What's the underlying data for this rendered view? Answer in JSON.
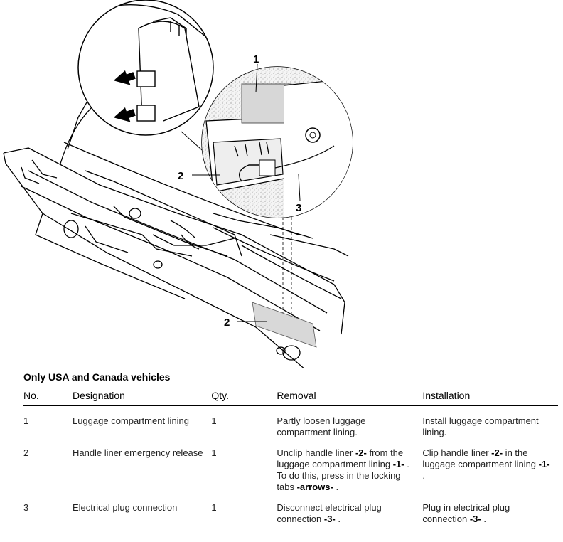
{
  "callouts": {
    "c1": "1",
    "c2_detail": "2",
    "c2_main": "2",
    "c3": "3"
  },
  "heading": "Only USA and Canada vehicles",
  "table": {
    "headers": {
      "no": "No.",
      "designation": "Designation",
      "qty": "Qty.",
      "removal": "Removal",
      "installation": "Installation"
    },
    "rows": [
      {
        "no": "1",
        "designation": "Luggage compartment lining",
        "qty": "1",
        "removal": "Partly loosen luggage compartment lining.",
        "installation": "Install luggage compartment lining."
      },
      {
        "no": "2",
        "designation": "Handle liner emergency release",
        "qty": "1",
        "removal": {
          "a": "Unclip handle liner ",
          "b": "-2-",
          "c": " from the luggage compartment lining ",
          "d": "-1-",
          "e": " . To do this, press in the locking tabs ",
          "f": "-arrows-",
          "g": " ."
        },
        "installation": {
          "a": "Clip handle liner ",
          "b": "-2-",
          "c": " in the luggage compartment lining ",
          "d": "-1-",
          "e": " ."
        }
      },
      {
        "no": "3",
        "designation": "Electrical plug connection",
        "qty": "1",
        "removal": {
          "a": "Disconnect electrical plug connection ",
          "b": "-3-",
          "c": " ."
        },
        "installation": {
          "a": "Plug in electrical plug connection ",
          "b": "-3-",
          "c": " ."
        }
      }
    ]
  }
}
